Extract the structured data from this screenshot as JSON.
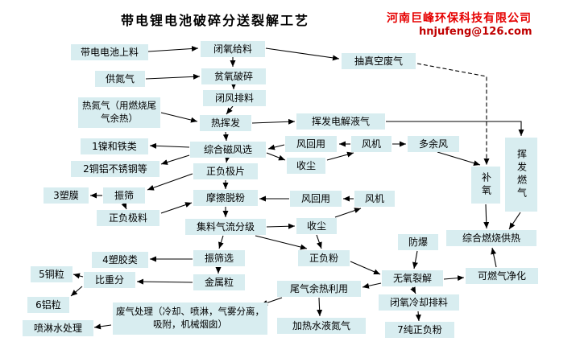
{
  "header": {
    "title": "带电锂电池破碎分送裂解工艺",
    "company": "河南巨峰环保科技有限公司",
    "email": "hnjufeng@126.com"
  },
  "colors": {
    "box_fill": "#d8edf0",
    "company_red": "#e60000",
    "email_red": "#c00000",
    "arrow": "#000000"
  },
  "diagram": {
    "nodes": [
      {
        "id": "feed",
        "label": "带电电池上料"
      },
      {
        "id": "closed_feed",
        "label": "闭氧给料"
      },
      {
        "id": "vacuum",
        "label": "抽真空废气"
      },
      {
        "id": "nitrogen",
        "label": "供氮气"
      },
      {
        "id": "crush",
        "label": "贫氧破碎"
      },
      {
        "id": "discharge",
        "label": "闭风排料"
      },
      {
        "id": "hot_nitrogen",
        "label": "热氮气（用燃烧尾气余热）"
      },
      {
        "id": "volatilize",
        "label": "热挥发"
      },
      {
        "id": "electrolyte_gas",
        "label": "挥发电解液气"
      },
      {
        "id": "nickel_iron",
        "label": "1镍和铁类"
      },
      {
        "id": "magnetic",
        "label": "综合磁风选"
      },
      {
        "id": "air_reuse1",
        "label": "风回用"
      },
      {
        "id": "fan1",
        "label": "风机"
      },
      {
        "id": "excess_air",
        "label": "多余风"
      },
      {
        "id": "cu_al_steel",
        "label": "2铜铝不锈钢等"
      },
      {
        "id": "electrode_sheet",
        "label": "正负极片"
      },
      {
        "id": "dust1",
        "label": "收尘"
      },
      {
        "id": "oxygen_supp",
        "label": "补氧"
      },
      {
        "id": "volatile_fuel",
        "label": "挥发燃气"
      },
      {
        "id": "plastic_film",
        "label": "3塑膜"
      },
      {
        "id": "screen1",
        "label": "振筛"
      },
      {
        "id": "friction",
        "label": "摩擦脱粉"
      },
      {
        "id": "air_reuse2",
        "label": "风回用"
      },
      {
        "id": "fan2",
        "label": "风机"
      },
      {
        "id": "electrode_mat",
        "label": "正负极料"
      },
      {
        "id": "classify",
        "label": "集料气流分级"
      },
      {
        "id": "dust2",
        "label": "收尘"
      },
      {
        "id": "exp_proof",
        "label": "防爆"
      },
      {
        "id": "combustion",
        "label": "综合燃烧供热"
      },
      {
        "id": "plastics",
        "label": "4塑胶类"
      },
      {
        "id": "screen_sel",
        "label": "振筛选"
      },
      {
        "id": "electrode_powder",
        "label": "正负粉"
      },
      {
        "id": "cu_granule",
        "label": "5铜粒"
      },
      {
        "id": "gravity",
        "label": "比重分"
      },
      {
        "id": "metal_granule",
        "label": "金属粒"
      },
      {
        "id": "pyrolysis",
        "label": "无氧裂解"
      },
      {
        "id": "gas_purify",
        "label": "可燃气净化"
      },
      {
        "id": "al_granule",
        "label": "6铝粒"
      },
      {
        "id": "tail_heat",
        "label": "尾气余热利用"
      },
      {
        "id": "cooling",
        "label": "闭氧冷却排料"
      },
      {
        "id": "waste_gas",
        "label": "废气处理（冷却、喷淋，气雾分离，吸附，机械烟囱）"
      },
      {
        "id": "spray",
        "label": "喷淋水处理"
      },
      {
        "id": "heat_water",
        "label": "加热水液氮气"
      },
      {
        "id": "pure_powder",
        "label": "7纯正负粉"
      }
    ],
    "edges": [
      {
        "from": "feed",
        "to": "closed_feed",
        "style": "solid"
      },
      {
        "from": "closed_feed",
        "to": "vacuum",
        "style": "solid"
      },
      {
        "from": "closed_feed",
        "to": "crush",
        "style": "solid"
      },
      {
        "from": "nitrogen",
        "to": "crush",
        "style": "solid"
      },
      {
        "from": "crush",
        "to": "discharge",
        "style": "solid"
      },
      {
        "from": "hot_nitrogen",
        "to": "volatilize",
        "style": "solid"
      },
      {
        "from": "discharge",
        "to": "volatilize",
        "style": "solid"
      },
      {
        "from": "volatilize",
        "to": "electrolyte_gas",
        "style": "solid"
      },
      {
        "from": "electrolyte_gas",
        "to": "volatile_fuel",
        "style": "solid"
      },
      {
        "from": "vacuum",
        "to": "oxygen_supp",
        "style": "dashed"
      },
      {
        "from": "excess_air",
        "to": "oxygen_supp",
        "style": "solid"
      },
      {
        "from": "air_reuse1",
        "to": "magnetic",
        "style": "solid"
      },
      {
        "from": "fan1",
        "to": "air_reuse1",
        "style": "solid"
      },
      {
        "from": "fan1",
        "to": "excess_air",
        "style": "solid"
      },
      {
        "from": "magnetic",
        "to": "dust1",
        "style": "solid"
      },
      {
        "from": "dust1",
        "to": "fan1",
        "style": "solid"
      },
      {
        "from": "magnetic",
        "to": "nickel_iron",
        "style": "solid"
      },
      {
        "from": "magnetic",
        "to": "cu_al_steel",
        "style": "solid"
      },
      {
        "from": "magnetic",
        "to": "electrode_sheet",
        "style": "solid"
      },
      {
        "from": "electrode_sheet",
        "to": "screen1",
        "style": "solid"
      },
      {
        "from": "screen1",
        "to": "plastic_film",
        "style": "solid"
      },
      {
        "from": "screen1",
        "to": "electrode_mat",
        "style": "solid"
      },
      {
        "from": "electrode_mat",
        "to": "friction",
        "style": "solid"
      },
      {
        "from": "electrode_sheet",
        "to": "friction",
        "style": "solid"
      },
      {
        "from": "air_reuse2",
        "to": "friction",
        "style": "solid"
      },
      {
        "from": "fan2",
        "to": "air_reuse2",
        "style": "solid"
      },
      {
        "from": "dust2",
        "to": "fan2",
        "style": "solid"
      },
      {
        "from": "friction",
        "to": "classify",
        "style": "solid"
      },
      {
        "from": "classify",
        "to": "dust2",
        "style": "solid"
      },
      {
        "from": "classify",
        "to": "screen_sel",
        "style": "solid"
      },
      {
        "from": "classify",
        "to": "electrode_powder",
        "style": "solid"
      },
      {
        "from": "dust2",
        "to": "electrode_powder",
        "style": "solid"
      },
      {
        "from": "screen_sel",
        "to": "plastics",
        "style": "solid"
      },
      {
        "from": "screen_sel",
        "to": "metal_granule",
        "style": "solid"
      },
      {
        "from": "metal_granule",
        "to": "gravity",
        "style": "solid"
      },
      {
        "from": "gravity",
        "to": "cu_granule",
        "style": "solid"
      },
      {
        "from": "gravity",
        "to": "al_granule",
        "style": "solid"
      },
      {
        "from": "electrode_powder",
        "to": "pyrolysis",
        "style": "solid"
      },
      {
        "from": "exp_proof",
        "to": "pyrolysis",
        "style": "solid"
      },
      {
        "from": "pyrolysis",
        "to": "gas_purify",
        "style": "solid"
      },
      {
        "from": "gas_purify",
        "to": "combustion",
        "style": "solid"
      },
      {
        "from": "oxygen_supp",
        "to": "combustion",
        "style": "solid"
      },
      {
        "from": "volatile_fuel",
        "to": "combustion",
        "style": "solid"
      },
      {
        "from": "pyrolysis",
        "to": "tail_heat",
        "style": "solid"
      },
      {
        "from": "pyrolysis",
        "to": "cooling",
        "style": "solid"
      },
      {
        "from": "cooling",
        "to": "pure_powder",
        "style": "solid"
      },
      {
        "from": "tail_heat",
        "to": "waste_gas",
        "style": "solid"
      },
      {
        "from": "tail_heat",
        "to": "heat_water",
        "style": "solid"
      },
      {
        "from": "waste_gas",
        "to": "spray",
        "style": "solid"
      },
      {
        "from": "volatilize",
        "to": "magnetic",
        "style": "solid"
      }
    ]
  }
}
